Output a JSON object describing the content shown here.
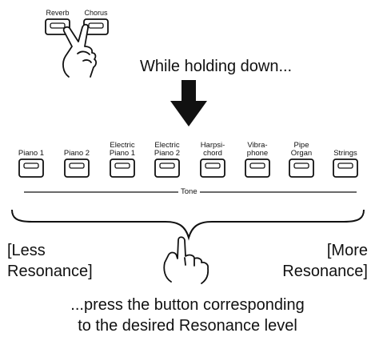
{
  "top_buttons": [
    {
      "label": "Reverb"
    },
    {
      "label": "Chorus"
    }
  ],
  "instruction_top": "While holding down...",
  "tone_buttons": [
    {
      "line1": "",
      "line2": "Piano 1"
    },
    {
      "line1": "",
      "line2": "Piano 2"
    },
    {
      "line1": "Electric",
      "line2": "Piano 1"
    },
    {
      "line1": "Electric",
      "line2": "Piano 2"
    },
    {
      "line1": "Harpsi-",
      "line2": "chord"
    },
    {
      "line1": "Vibra-",
      "line2": "phone"
    },
    {
      "line1": "Pipe",
      "line2": "Organ"
    },
    {
      "line1": "",
      "line2": "Strings"
    }
  ],
  "group_label": "Tone",
  "left_label": {
    "line1": "[Less",
    "line2": "Resonance]"
  },
  "right_label": {
    "line1": "[More",
    "line2": "Resonance]"
  },
  "instruction_bottom": {
    "line1": "...press the button corresponding",
    "line2": "to the desired Resonance level"
  },
  "icons": [
    "two-finger-hand-icon",
    "down-arrow-icon",
    "pointing-hand-icon",
    "curly-brace"
  ]
}
